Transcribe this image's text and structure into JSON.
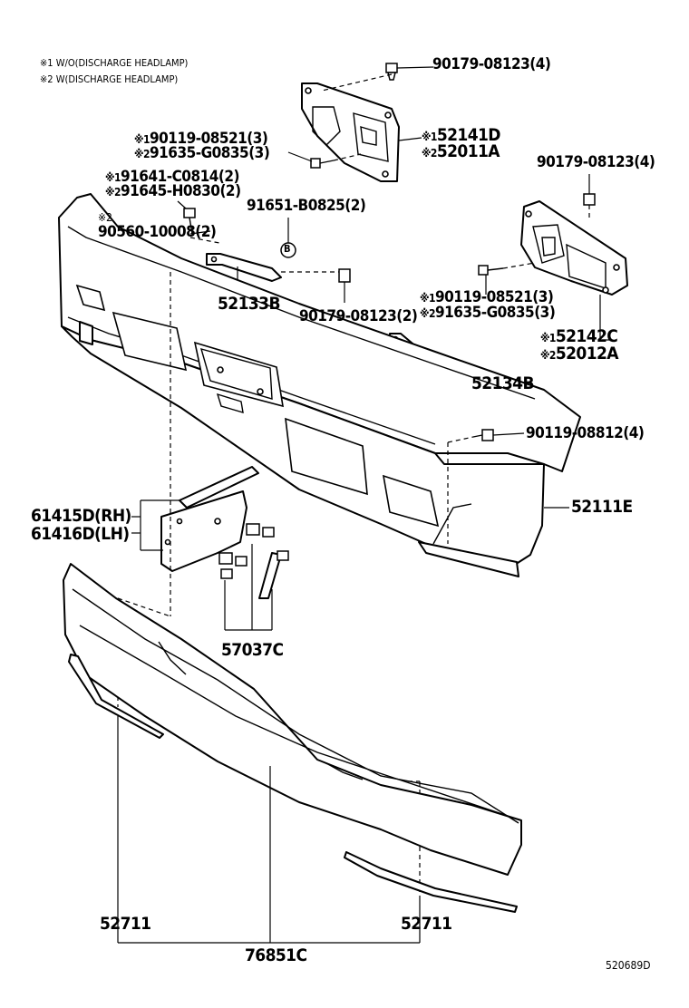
{
  "notes": {
    "note1_mark": "※1",
    "note1_text": "W/O(DISCHARGE HEADLAMP)",
    "note2_mark": "※2",
    "note2_text": "W(DISCHARGE HEADLAMP)"
  },
  "marks": {
    "m1": "※1",
    "m2": "※2",
    "circle_b": "B"
  },
  "labels": {
    "p_90179_08123_4_top": "90179-08123(4)",
    "p_90119_08521_3_left": "90119-08521(3)",
    "p_91635_g0835_3_left": "91635-G0835(3)",
    "p_52141d": "52141D",
    "p_52011a": "52011A",
    "p_90179_08123_4_right": "90179-08123(4)",
    "p_91641_c0814_2": "91641-C0814(2)",
    "p_91645_h0830_2": "91645-H0830(2)",
    "p_91651_b0825_2": "91651-B0825(2)",
    "p_90560_10008_2": "90560-10008(2)",
    "p_52133b": "52133B",
    "p_90179_08123_2": "90179-08123(2)",
    "p_90119_08521_3_right": "90119-08521(3)",
    "p_91635_g0835_3_right": "91635-G0835(3)",
    "p_52142c": "52142C",
    "p_52012a": "52012A",
    "p_52134b": "52134B",
    "p_90119_08812_4": "90119-08812(4)",
    "p_52111e": "52111E",
    "p_61415d_rh": "61415D(RH)",
    "p_61416d_lh": "61416D(LH)",
    "p_57037c": "57037C",
    "p_52711_left": "52711",
    "p_52711_right": "52711",
    "p_76851c": "76851C"
  },
  "figure_id": "520689D"
}
